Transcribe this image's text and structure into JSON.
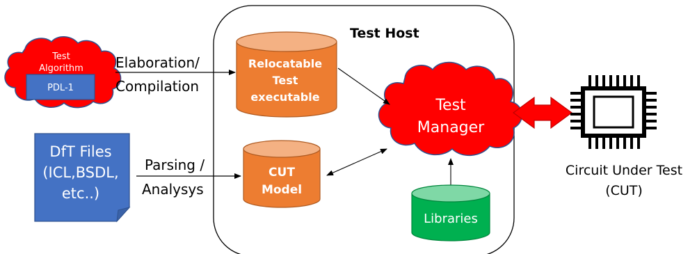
{
  "colors": {
    "cloud_red": "#ff0000",
    "cloud_stroke": "#2f528f",
    "cylinder_orange": "#ed7d31",
    "cylinder_stroke": "#ae5a21",
    "cylinder_green": "#00b050",
    "cylinder_green_stroke": "#00863c",
    "doc_blue": "#4472c4",
    "doc_stroke": "#2f528f",
    "arrow_red": "#ff0000",
    "arrow_stroke": "#c00000",
    "chip_black": "#000000"
  },
  "icons": {
    "chip": "microchip-icon",
    "test_algorithm": "cloud-shape",
    "test_manager": "cloud-shape",
    "dft_files": "document-shape",
    "databases": "cylinder-shape"
  },
  "diagram": {
    "test_host": {
      "title": "Test Host"
    },
    "test_algorithm": {
      "line1": "Test",
      "line2": "Algorithm",
      "pdl_label": "PDL-1"
    },
    "elaboration_label": {
      "line1": "Elaboration/",
      "line2": "Compilation"
    },
    "relocatable_executable": {
      "line1": "Relocatable",
      "line2": "Test",
      "line3": "executable"
    },
    "dft_files": {
      "line1": "DfT Files",
      "line2": "(ICL,BSDL,",
      "line3": "etc..)"
    },
    "parsing_label": {
      "line1": "Parsing /",
      "line2": "Analysys"
    },
    "cut_model": {
      "line1": "CUT",
      "line2": "Model"
    },
    "test_manager": {
      "line1": "Test",
      "line2": "Manager"
    },
    "libraries": {
      "label": "Libraries"
    },
    "circuit_under_test": {
      "line1": "Circuit Under Test",
      "line2": "(CUT)"
    }
  }
}
